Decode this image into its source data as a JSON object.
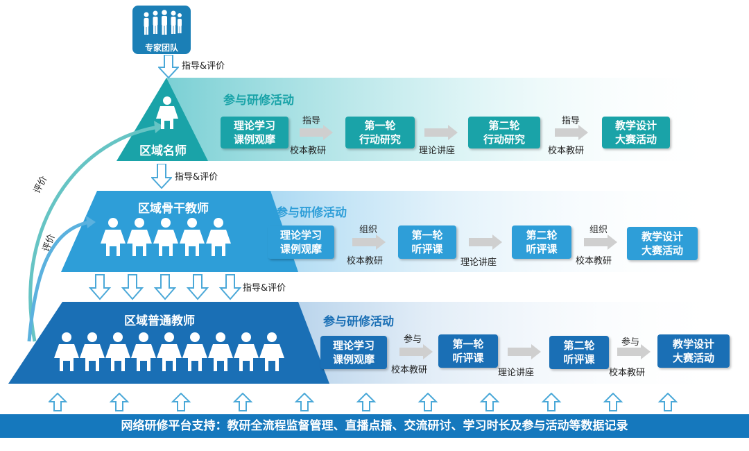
{
  "expert_team": {
    "label": "专家团队"
  },
  "guidance_eval": "指导&评价",
  "evaluation": "评价",
  "tiers": [
    {
      "id": "famous",
      "title": "区域名师",
      "activity_title": "参与研修活动",
      "color": "#1aa3a8",
      "steps": [
        {
          "line1": "理论学习",
          "line2": "课例观摩"
        },
        {
          "line1": "第一轮",
          "line2": "行动研究"
        },
        {
          "line1": "第二轮",
          "line2": "行动研究"
        },
        {
          "line1": "教学设计",
          "line2": "大赛活动"
        }
      ],
      "links": [
        {
          "top": "指导",
          "bottom": "校本教研"
        },
        {
          "top": "",
          "bottom": "理论讲座"
        },
        {
          "top": "指导",
          "bottom": "校本教研"
        }
      ]
    },
    {
      "id": "backbone",
      "title": "区域骨干教师",
      "activity_title": "参与研修活动",
      "color": "#2e9ed8",
      "steps": [
        {
          "line1": "理论学习",
          "line2": "课例观摩"
        },
        {
          "line1": "第一轮",
          "line2": "听评课"
        },
        {
          "line1": "第二轮",
          "line2": "听评课"
        },
        {
          "line1": "教学设计",
          "line2": "大赛活动"
        }
      ],
      "links": [
        {
          "top": "组织",
          "bottom": "校本教研"
        },
        {
          "top": "",
          "bottom": "理论讲座"
        },
        {
          "top": "组织",
          "bottom": "校本教研"
        }
      ]
    },
    {
      "id": "ordinary",
      "title": "区域普通教师",
      "activity_title": "参与研修活动",
      "color": "#1a6fb5",
      "steps": [
        {
          "line1": "理论学习",
          "line2": "课例观摩"
        },
        {
          "line1": "第一轮",
          "line2": "听评课"
        },
        {
          "line1": "第二轮",
          "line2": "听评课"
        },
        {
          "line1": "教学设计",
          "line2": "大赛活动"
        }
      ],
      "links": [
        {
          "top": "参与",
          "bottom": "校本教研"
        },
        {
          "top": "",
          "bottom": "理论讲座"
        },
        {
          "top": "参与",
          "bottom": "校本教研"
        }
      ]
    }
  ],
  "platform_support": "网络研修平台支持：教研全流程监督管理、直播点播、交流研讨、学习时长及参与活动等数据记录",
  "colors": {
    "teal": "#1aa3a8",
    "sky": "#2e9ed8",
    "deep": "#1a6fb5",
    "arrow_gray": "#cfcfcf",
    "bar": "#1578bd"
  }
}
